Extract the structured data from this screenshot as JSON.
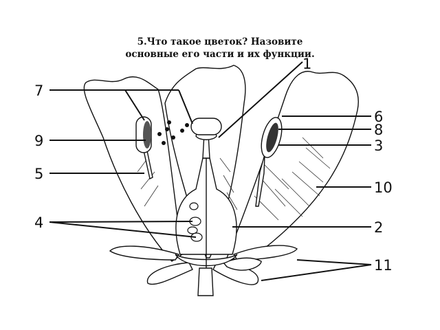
{
  "question": {
    "line1": "5.Что такое цветок? Назовите",
    "line2": "основные его части и их функции."
  },
  "labels": {
    "l1": "1",
    "l2": "2",
    "l3": "3",
    "l4": "4",
    "l5": "5",
    "l6": "6",
    "l7": "7",
    "l8": "8",
    "l9": "9",
    "l10": "10",
    "l11": "11"
  }
}
